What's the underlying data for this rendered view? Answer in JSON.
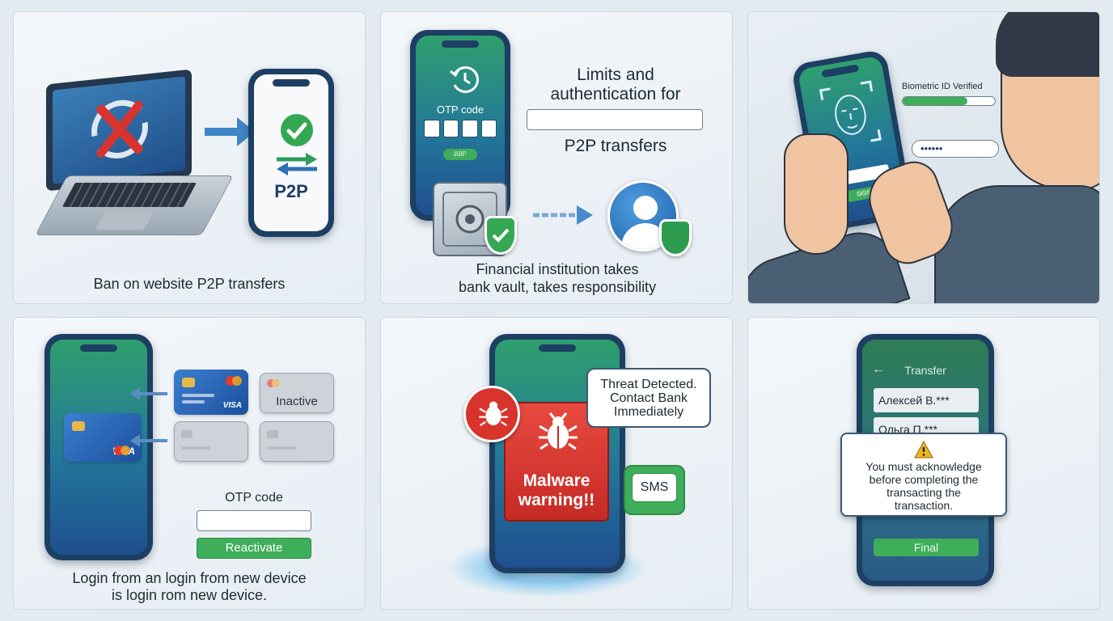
{
  "panel1": {
    "caption": "Ban on website P2P transfers",
    "phone_label": "P2P"
  },
  "panel2": {
    "otp_label": "OTP code",
    "otp_btn": "ᏰᏰᏢ",
    "title_line1": "Limits and",
    "title_line2": "authentication for",
    "title_line3": "P2P transfers",
    "caption_line1": "Financial institution takes",
    "caption_line2": "bank vault, takes responsibility"
  },
  "panel3": {
    "biometric_label": "Biometric ID Verified",
    "password_mask": "••••••",
    "phone_password": "•••••",
    "phone_btn": "ᏫᏫᏫ",
    "progress": 0.7
  },
  "panel4": {
    "inactive_label": "Inactive",
    "otp_label": "OTP code",
    "reactivate_btn": "Reactivate",
    "visa1": "VISA",
    "visa2": "VISA",
    "caption_line1": "Login from an login from new device",
    "caption_line2": "is login rom new device."
  },
  "panel5": {
    "threat_line1": "Threat Detected.",
    "threat_line2": "Contact Bank",
    "threat_line3": "Immediately",
    "malware_line1": "Malware",
    "malware_line2": "warning!!",
    "sms_label": "SMS"
  },
  "panel6": {
    "header": "Transfer",
    "back_arrow": "←",
    "contact1": "Алексей В.***",
    "contact2": "Ольга П.***",
    "warn_line1": "You must acknowledge",
    "warn_line2": "before completing the",
    "warn_line3": "transacting the",
    "warn_line4": "transaction.",
    "final_btn": "Final"
  }
}
